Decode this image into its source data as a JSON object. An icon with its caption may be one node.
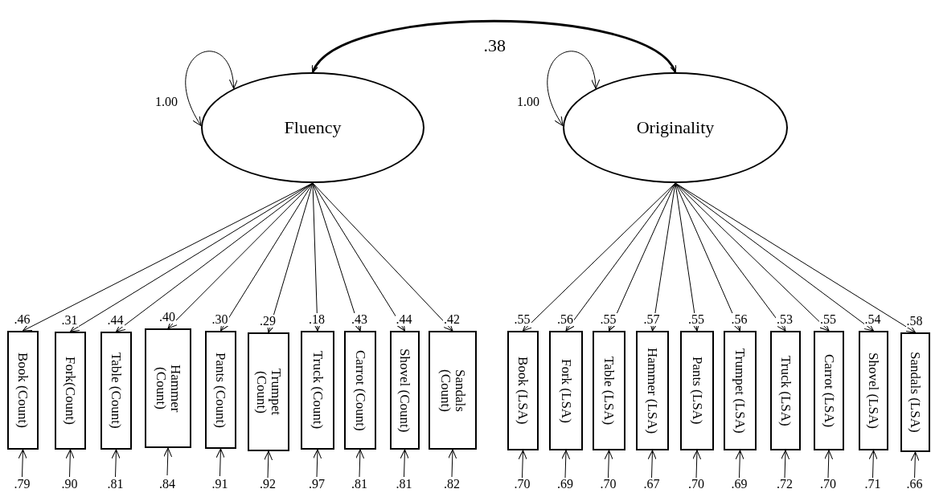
{
  "diagram": {
    "nodes": [
      {
        "text": [
          "Fluency"
        ]
      },
      {
        "text": [
          "Originality"
        ]
      },
      {
        "text": [
          "Book (Count)"
        ]
      },
      {
        "text": [
          "Fork(Count)"
        ]
      },
      {
        "text": [
          "Table (Count)"
        ]
      },
      {
        "text": [
          "Hammer (Count)"
        ]
      },
      {
        "text": [
          "Pants (Count)"
        ]
      },
      {
        "text": [
          "Trumpet (Count)"
        ]
      },
      {
        "text": [
          "Truck (Count)"
        ]
      },
      {
        "text": [
          "Carrot (Count)"
        ]
      },
      {
        "text": [
          "Shovel (Count)"
        ]
      },
      {
        "text": [
          "Sandals (Count)"
        ]
      },
      {
        "text": [
          "Book (LSA)"
        ]
      },
      {
        "text": [
          "Fork (LSA)"
        ]
      },
      {
        "text": [
          "Table (LSA)"
        ]
      },
      {
        "text": [
          "Hammer (LSA)"
        ]
      },
      {
        "text": [
          "Pants (LSA)"
        ]
      },
      {
        "text": [
          "Trumpet (LSA)"
        ]
      },
      {
        "text": [
          "Truck (LSA)"
        ]
      },
      {
        "text": [
          "Carrot (LSA)"
        ]
      },
      {
        "text": [
          "Shovel (LSA)"
        ]
      },
      {
        "text": [
          "Sandals (LSA)"
        ]
      }
    ],
    "edges": [
      {
        "from": 0,
        "to": 0,
        "arrow": "both",
        "label": "1.00"
      },
      {
        "from": 1,
        "to": 1,
        "arrow": "both",
        "label": "1.00"
      },
      {
        "from": 0,
        "to": 1,
        "arrow": "both",
        "label": ".38",
        "style": "thick"
      },
      {
        "from": 0,
        "to": 2,
        "arrow": "to",
        "label": ".46"
      },
      {
        "from": 0,
        "to": 3,
        "arrow": "to",
        "label": ".31"
      },
      {
        "from": 0,
        "to": 4,
        "arrow": "to",
        "label": ".44"
      },
      {
        "from": 0,
        "to": 5,
        "arrow": "to",
        "label": ".40"
      },
      {
        "from": 0,
        "to": 6,
        "arrow": "to",
        "label": ".30"
      },
      {
        "from": 0,
        "to": 7,
        "arrow": "to",
        "label": ".29"
      },
      {
        "from": 0,
        "to": 8,
        "arrow": "to",
        "label": ".18"
      },
      {
        "from": 0,
        "to": 9,
        "arrow": "to",
        "label": ".43"
      },
      {
        "from": 0,
        "to": 10,
        "arrow": "to",
        "label": ".44"
      },
      {
        "from": 0,
        "to": 11,
        "arrow": "to",
        "label": ".42"
      },
      {
        "from": 1,
        "to": 12,
        "arrow": "to",
        "label": ".55"
      },
      {
        "from": 1,
        "to": 13,
        "arrow": "to",
        "label": ".56"
      },
      {
        "from": 1,
        "to": 14,
        "arrow": "to",
        "label": ".55"
      },
      {
        "from": 1,
        "to": 15,
        "arrow": "to",
        "label": ".57"
      },
      {
        "from": 1,
        "to": 16,
        "arrow": "to",
        "label": ".55"
      },
      {
        "from": 1,
        "to": 17,
        "arrow": "to",
        "label": ".56"
      },
      {
        "from": 1,
        "to": 18,
        "arrow": "to",
        "label": ".53"
      },
      {
        "from": 1,
        "to": 19,
        "arrow": "to",
        "label": ".55"
      },
      {
        "from": 1,
        "to": 20,
        "arrow": "to",
        "label": ".54"
      },
      {
        "from": 1,
        "to": 21,
        "arrow": "to",
        "label": ".58"
      },
      {
        "from": null,
        "to": 2,
        "arrow": "to",
        "label": ".79"
      },
      {
        "from": null,
        "to": 3,
        "arrow": "to",
        "label": ".90"
      },
      {
        "from": null,
        "to": 4,
        "arrow": "to",
        "label": ".81"
      },
      {
        "from": null,
        "to": 5,
        "arrow": "to",
        "label": ".84"
      },
      {
        "from": null,
        "to": 6,
        "arrow": "to",
        "label": ".91"
      },
      {
        "from": null,
        "to": 7,
        "arrow": "to",
        "label": ".92"
      },
      {
        "from": null,
        "to": 8,
        "arrow": "to",
        "label": ".97"
      },
      {
        "from": null,
        "to": 9,
        "arrow": "to",
        "label": ".81"
      },
      {
        "from": null,
        "to": 10,
        "arrow": "to",
        "label": ".81"
      },
      {
        "from": null,
        "to": 11,
        "arrow": "to",
        "label": ".82"
      },
      {
        "from": null,
        "to": 12,
        "arrow": "to",
        "label": ".70"
      },
      {
        "from": null,
        "to": 13,
        "arrow": "to",
        "label": ".69"
      },
      {
        "from": null,
        "to": 14,
        "arrow": "to",
        "label": ".70"
      },
      {
        "from": null,
        "to": 15,
        "arrow": "to",
        "label": ".67"
      },
      {
        "from": null,
        "to": 16,
        "arrow": "to",
        "label": ".70"
      },
      {
        "from": null,
        "to": 17,
        "arrow": "to",
        "label": ".69"
      },
      {
        "from": null,
        "to": 18,
        "arrow": "to",
        "label": ".72"
      },
      {
        "from": null,
        "to": 19,
        "arrow": "to",
        "label": ".70"
      },
      {
        "from": null,
        "to": 20,
        "arrow": "to",
        "label": ".71"
      },
      {
        "from": null,
        "to": 21,
        "arrow": "to",
        "label": ".66"
      }
    ]
  }
}
